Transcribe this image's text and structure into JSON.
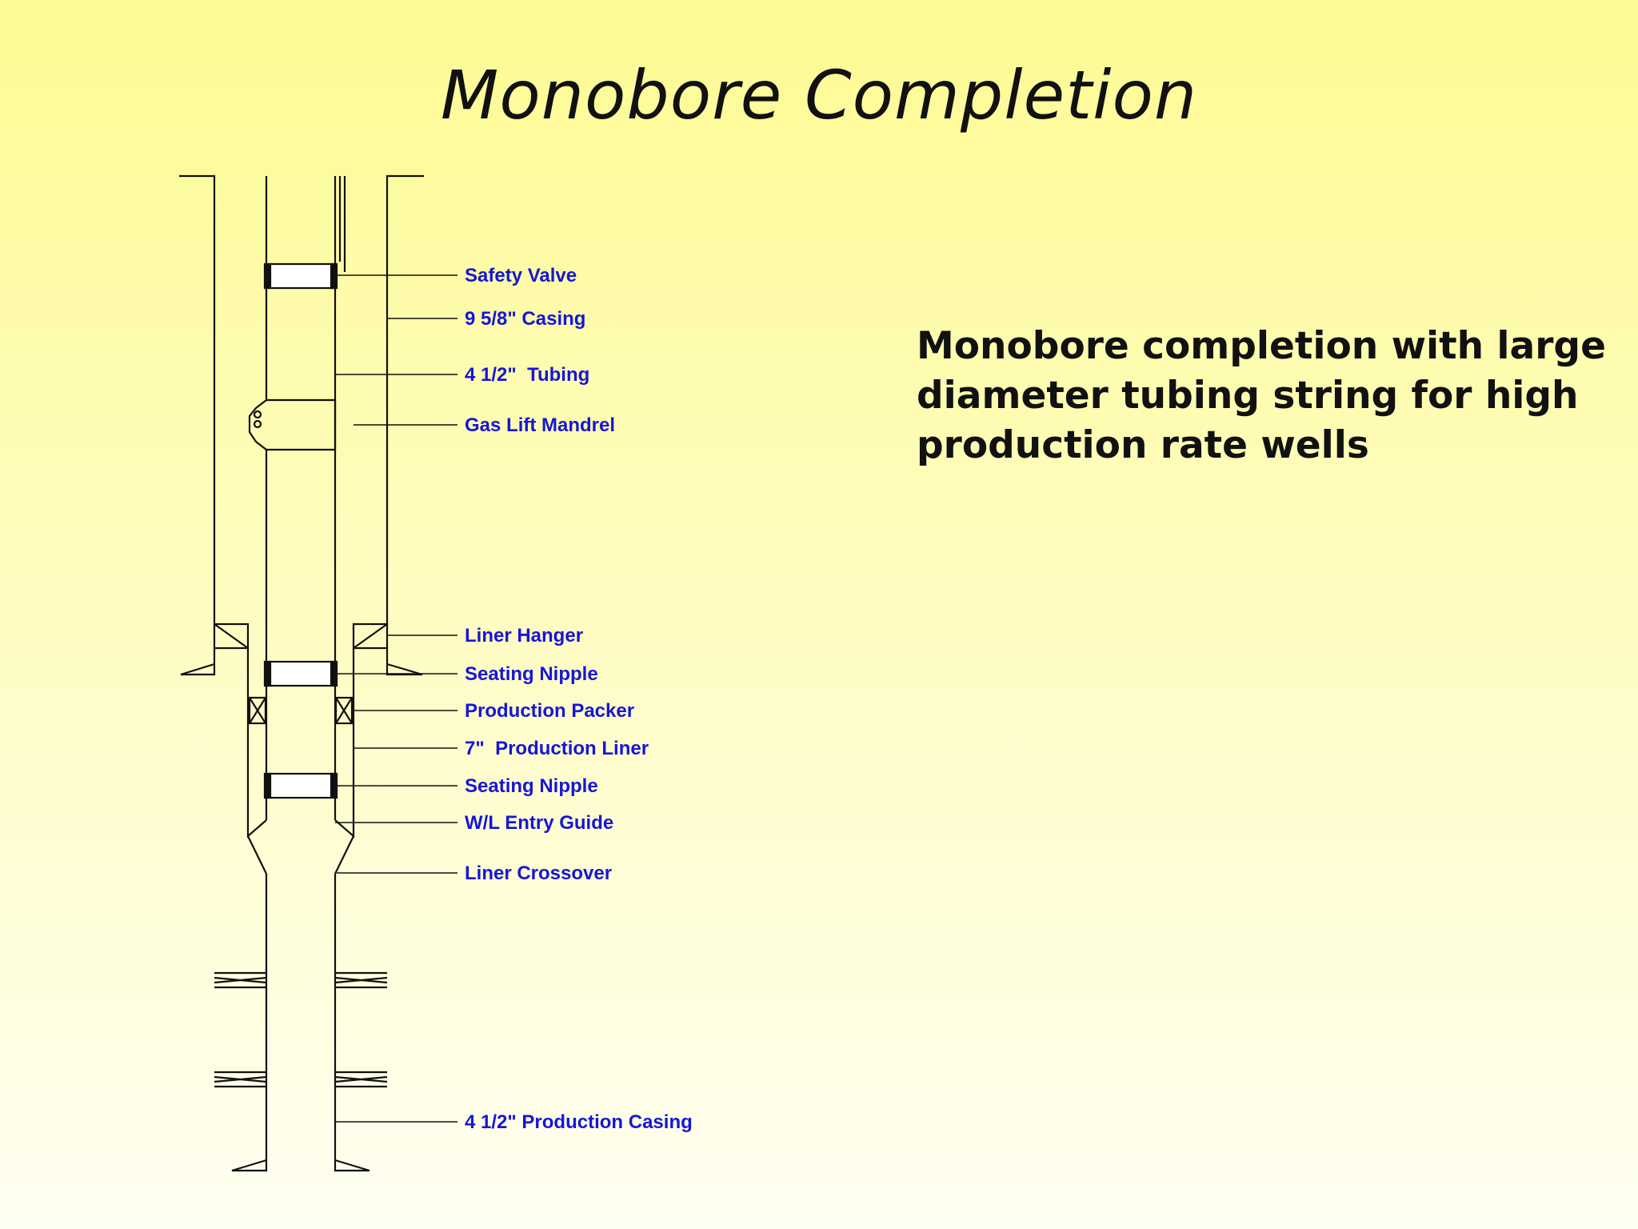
{
  "slide": {
    "title": "Monobore Completion",
    "description": "Monobore completion with large diameter tubing string for high production rate wells"
  },
  "diagram": {
    "labels": [
      "Safety Valve",
      "9 5/8\" Casing",
      "4 1/2\"  Tubing",
      "Gas Lift Mandrel",
      "Liner Hanger",
      "Seating Nipple",
      "Production Packer",
      "7\"  Production Liner",
      "Seating Nipple",
      "W/L Entry Guide",
      "Liner Crossover",
      "4 1/2\" Production Casing"
    ],
    "label_color": "#1616d8"
  }
}
